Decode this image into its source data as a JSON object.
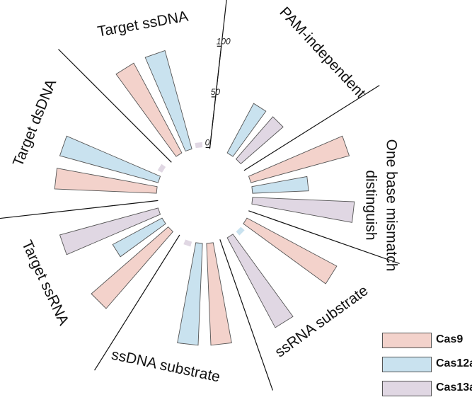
{
  "chart_data": {
    "type": "bar",
    "layout": "radial",
    "groups": [
      "PAM-independent",
      "One base mismatch distinguish",
      "ssRNA substrate",
      "ssDNA substrate",
      "Target ssRNA",
      "Target dsDNA",
      "Target ssDNA"
    ],
    "series": [
      {
        "name": "Cas9",
        "color": "#f3d2cb",
        "values": [
          null,
          100,
          100,
          100,
          100,
          100,
          100
        ]
      },
      {
        "name": "Cas12a",
        "color": "#c9e2ef",
        "values": [
          55,
          55,
          5,
          100,
          55,
          100,
          100
        ]
      },
      {
        "name": "Cas13a",
        "color": "#e0d7e3",
        "values": [
          55,
          100,
          100,
          5,
          100,
          5,
          5
        ]
      }
    ],
    "radial_ticks": [
      "0",
      "50",
      "100"
    ],
    "ylim": [
      0,
      100
    ]
  },
  "legend": {
    "items": [
      {
        "label": "Cas9",
        "color": "#f3d2cb"
      },
      {
        "label": "Cas12a",
        "color": "#c9e2ef"
      },
      {
        "label": "Cas13a",
        "color": "#e0d7e3"
      }
    ]
  }
}
